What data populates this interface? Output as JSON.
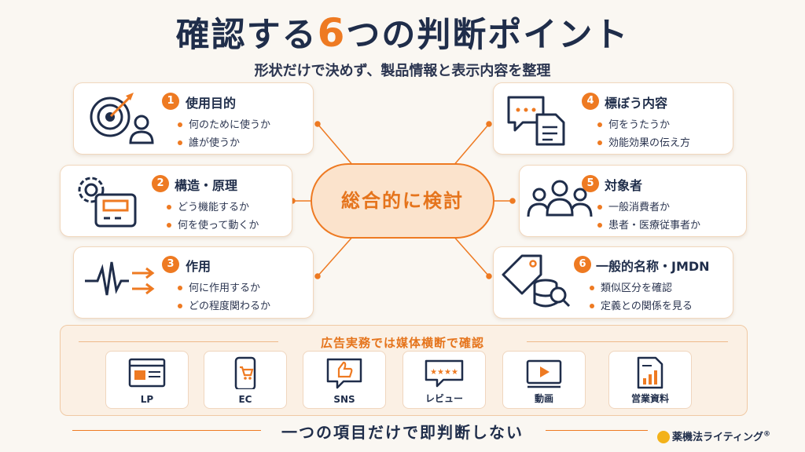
{
  "title": {
    "prefix": "確認する",
    "number": "6",
    "suffix": "つの判断ポイント"
  },
  "subtitle": "形状だけで決めず、製品情報と表示内容を整理",
  "center_label": "総合的に検討",
  "points": [
    {
      "num": "1",
      "title": "使用目的",
      "bullets": [
        "何のために使うか",
        "誰が使うか"
      ]
    },
    {
      "num": "2",
      "title": "構造・原理",
      "bullets": [
        "どう機能するか",
        "何を使って動くか"
      ]
    },
    {
      "num": "3",
      "title": "作用",
      "bullets": [
        "何に作用するか",
        "どの程度関わるか"
      ]
    },
    {
      "num": "4",
      "title": "標ぼう内容",
      "bullets": [
        "何をうたうか",
        "効能効果の伝え方"
      ]
    },
    {
      "num": "5",
      "title": "対象者",
      "bullets": [
        "一般消費者か",
        "患者・医療従事者か"
      ]
    },
    {
      "num": "6",
      "title": "一般的名称・JMDN",
      "bullets": [
        "類似区分を確認",
        "定義との関係を見る"
      ]
    }
  ],
  "media": {
    "title": "広告実務では媒体横断で確認",
    "items": [
      "LP",
      "EC",
      "SNS",
      "レビュー",
      "動画",
      "営業資料"
    ]
  },
  "bottom_message": "一つの項目だけで即判断しない",
  "logo": {
    "text": "薬機法ライティング",
    "mark": "®"
  },
  "colors": {
    "accent": "#ee7a22",
    "navy": "#1f2d4a",
    "background": "#faf7f2"
  }
}
